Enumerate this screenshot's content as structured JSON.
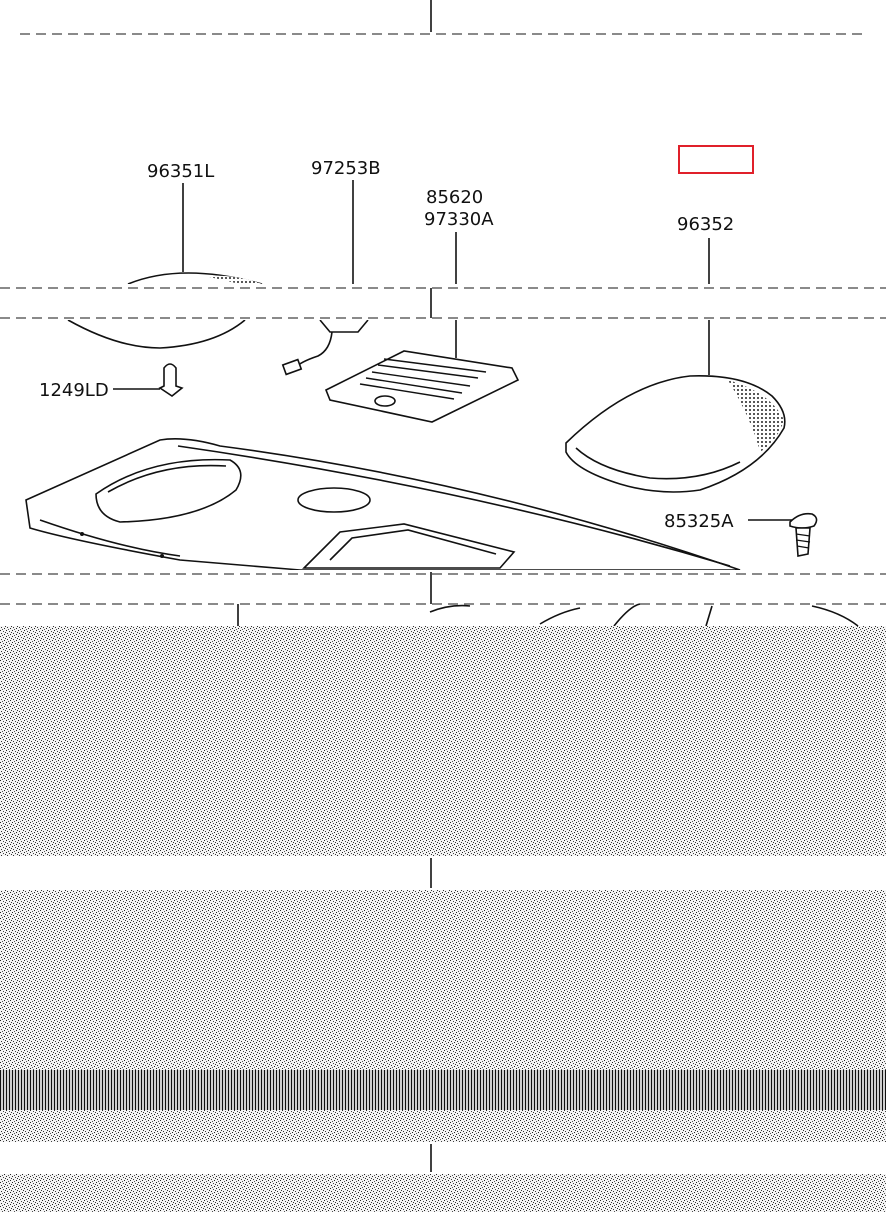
{
  "diagram": {
    "part_labels": {
      "p96351L": "96351L",
      "p97253B": "97253B",
      "p85620": "85620",
      "p97330A": "97330A",
      "p96352": "96352",
      "p1249LD": "1249LD",
      "p85325A": "85325A"
    },
    "highlight_color": "#e0202a"
  }
}
